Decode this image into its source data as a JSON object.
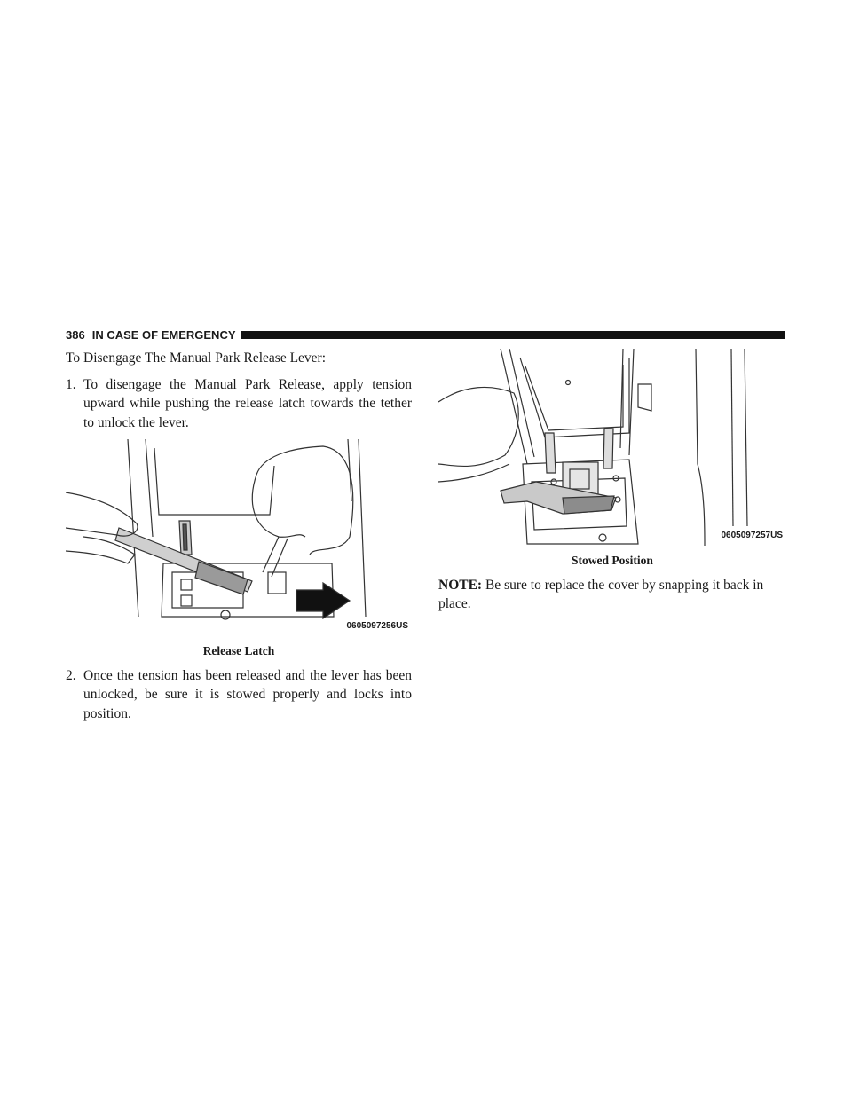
{
  "header": {
    "page_number": "386",
    "section_title": "IN CASE OF EMERGENCY"
  },
  "left_column": {
    "intro": "To Disengage The Manual Park Release Lever:",
    "step1": {
      "number": "1.",
      "text": "To disengage the Manual Park Release, apply tension upward while pushing the release latch towards the tether to unlock the lever."
    },
    "figure1": {
      "image_id": "0605097256US",
      "caption": "Release Latch"
    },
    "step2": {
      "number": "2.",
      "text": "Once the tension has been released and the lever has been unlocked, be sure it is stowed properly and locks into position."
    }
  },
  "right_column": {
    "figure2": {
      "image_id": "0605097257US",
      "caption": "Stowed Position"
    },
    "note": {
      "label": "NOTE:",
      "text": "Be sure to replace the cover by snapping it back in place."
    }
  }
}
